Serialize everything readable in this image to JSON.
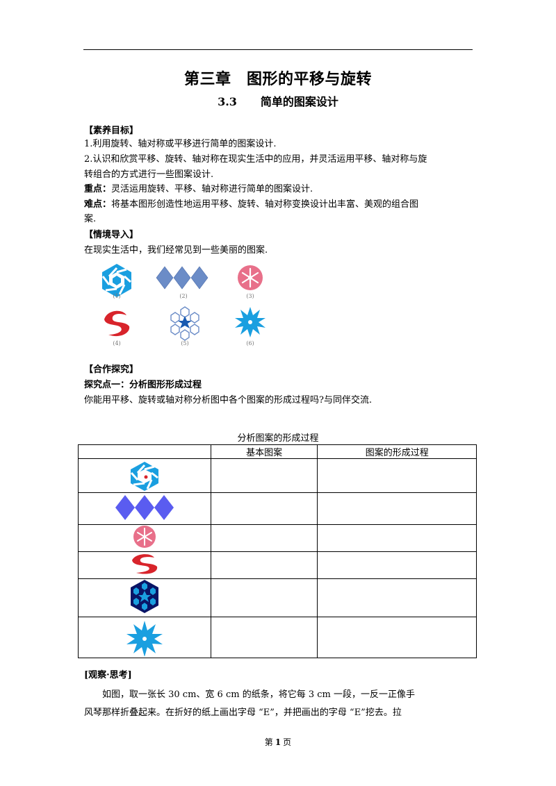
{
  "header": {
    "chapter_title": "第三章　图形的平移与旋转",
    "section_number": "3.3",
    "section_title": "简单的图案设计"
  },
  "objectives": {
    "heading": "【素养目标】",
    "item1": "1.利用旋转、轴对称或平移进行简单的图案设计.",
    "item2_line1": "2.认识和欣赏平移、旋转、轴对称在现实生活中的应用，并灵活运用平移、轴对称与旋",
    "item2_line2": "转组合的方式进行一些图案设计.",
    "key_label": "重点：",
    "key_text": "灵活运用旋转、平移、轴对称进行简单的图案设计.",
    "hard_label": "难点：",
    "hard_text_line1": "将基本图形创造性地运用平移、旋转、轴对称变换设计出丰富、美观的组合图",
    "hard_text_line2": "案."
  },
  "intro": {
    "heading": "【情境导入】",
    "text": "在现实生活中，我们经常见到一些美丽的图案.",
    "captions": [
      "(1)",
      "(2)",
      "(3)",
      "(4)",
      "(5)",
      "(6)"
    ]
  },
  "explore": {
    "heading": "【合作探究】",
    "point_title": "探究点一：分析图形形成过程",
    "question": "你能用平移、旋转或轴对称分析图中各个图案的形成过程吗?与同伴交流."
  },
  "table": {
    "caption": "分析图案的形成过程",
    "col_basic": "基本图案",
    "col_process": "图案的形成过程"
  },
  "observe": {
    "heading": "[观察·思考]",
    "line1": "如图，取一张长  30 cm、宽  6 cm  的纸条，将它每  3 cm  一段，一反一正像手",
    "line2": "风琴那样折叠起来。在折好的纸上画出字母  “E”，并把画出的字母  “E”挖去。拉"
  },
  "footer": {
    "prefix": "第",
    "page_number": "1",
    "suffix": "页"
  },
  "colors": {
    "cyan": "#1a9fe0",
    "slate_blue": "#6b8cc7",
    "pink": "#e8708a",
    "red": "#d8242b",
    "navy": "#0a1466",
    "violet_blue": "#5a5cf0"
  }
}
